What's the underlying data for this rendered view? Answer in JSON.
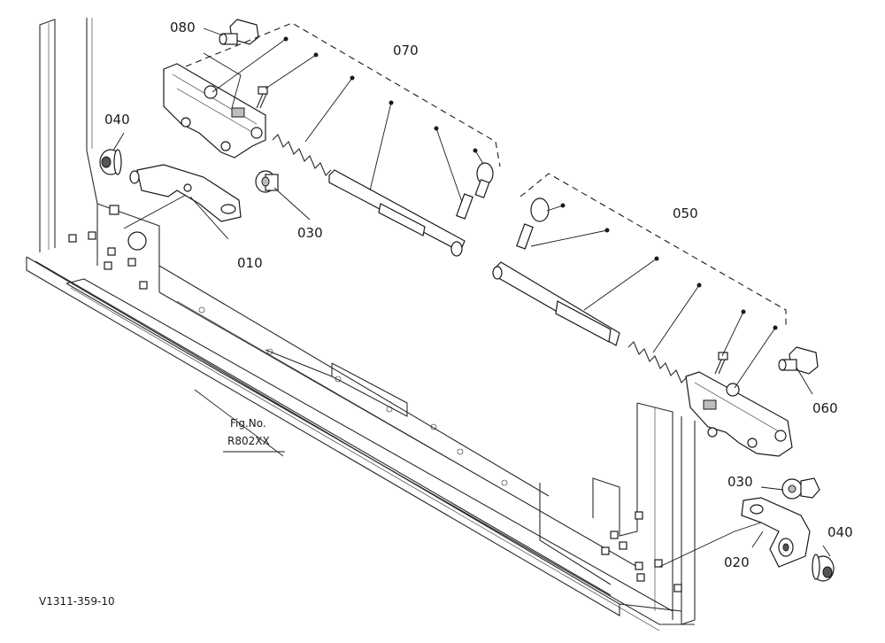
{
  "figure": {
    "fig_ref_line1": "Fig.No.",
    "fig_ref_line2": "R802XX",
    "drawing_code": "V1311-359-10"
  },
  "callouts": {
    "p080": "080",
    "p070": "070",
    "p040_top": "040",
    "p030_top": "030",
    "p010": "010",
    "p050": "050",
    "p060": "060",
    "p030_bottom": "030",
    "p020": "020",
    "p040_bottom": "040"
  }
}
